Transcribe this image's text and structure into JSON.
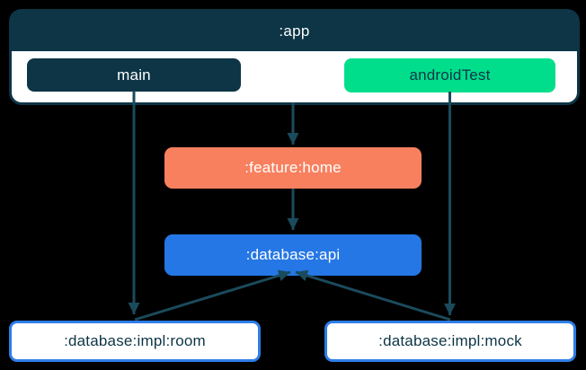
{
  "canvas": {
    "background": "#000000"
  },
  "colors": {
    "navy": "#0D3546",
    "green": "#00DE8C",
    "orange": "#F8805F",
    "blue": "#2577E5",
    "impl_border_blue": "#2E7DE8",
    "arrow": "#1A4B5C",
    "white": "#FFFFFF"
  },
  "app_module": {
    "title": ":app",
    "source_sets": {
      "main": "main",
      "android_test": "androidTest"
    }
  },
  "nodes": {
    "feature_home": ":feature:home",
    "database_api": ":database:api",
    "database_impl_room": ":database:impl:room",
    "database_impl_mock": ":database:impl:mock"
  },
  "edges": [
    {
      "from": ":app",
      "to": ":feature:home"
    },
    {
      "from": ":feature:home",
      "to": ":database:api"
    },
    {
      "from": "main",
      "to": ":database:impl:room"
    },
    {
      "from": "androidTest",
      "to": ":database:impl:mock"
    },
    {
      "from": ":database:impl:room",
      "to": ":database:api"
    },
    {
      "from": ":database:impl:mock",
      "to": ":database:api"
    }
  ]
}
